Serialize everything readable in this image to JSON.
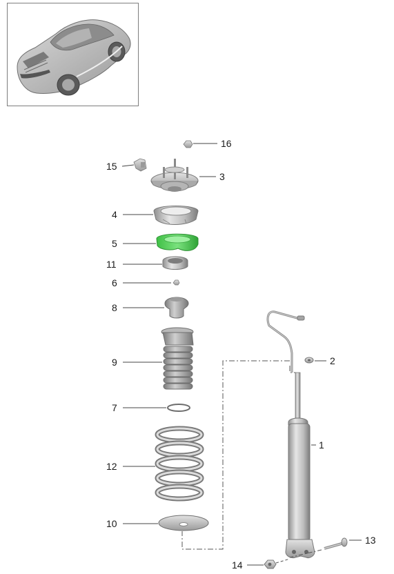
{
  "thumbnail": {
    "icon": "car-icon"
  },
  "callouts": [
    {
      "id": "c1",
      "label": "1"
    },
    {
      "id": "c2",
      "label": "2"
    },
    {
      "id": "c3",
      "label": "3"
    },
    {
      "id": "c4",
      "label": "4"
    },
    {
      "id": "c5",
      "label": "5"
    },
    {
      "id": "c6",
      "label": "6"
    },
    {
      "id": "c7",
      "label": "7"
    },
    {
      "id": "c8",
      "label": "8"
    },
    {
      "id": "c9",
      "label": "9"
    },
    {
      "id": "c10",
      "label": "10"
    },
    {
      "id": "c11",
      "label": "11"
    },
    {
      "id": "c12",
      "label": "12"
    },
    {
      "id": "c13",
      "label": "13"
    },
    {
      "id": "c14",
      "label": "14"
    },
    {
      "id": "c15",
      "label": "15"
    },
    {
      "id": "c16",
      "label": "16"
    }
  ],
  "highlight_color": "#5bd85b",
  "part_color": "#c4c4c4"
}
